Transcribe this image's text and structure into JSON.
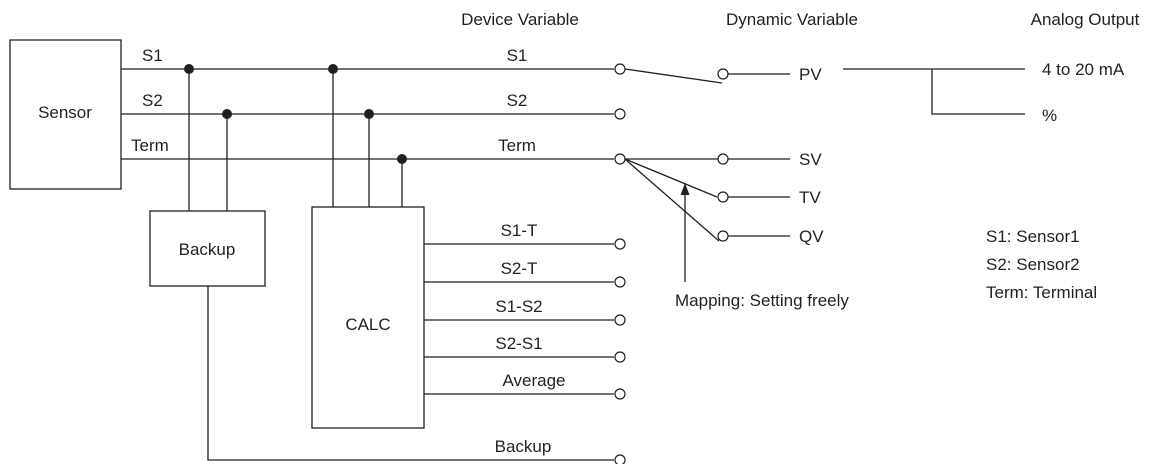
{
  "headers": {
    "device_variable": "Device Variable",
    "dynamic_variable": "Dynamic Variable",
    "analog_output": "Analog Output"
  },
  "blocks": {
    "sensor": "Sensor",
    "backup": "Backup",
    "calc": "CALC"
  },
  "sensor_leads": [
    "S1",
    "S2",
    "Term"
  ],
  "device_variables": [
    "S1",
    "S2",
    "Term",
    "S1-T",
    "S2-T",
    "S1-S2",
    "S2-S1",
    "Average",
    "Backup"
  ],
  "dynamic_variables": [
    "PV",
    "SV",
    "TV",
    "QV"
  ],
  "analog_outputs": [
    "4 to 20 mA",
    "%"
  ],
  "mapping_note": "Mapping: Setting freely",
  "legend": [
    "S1: Sensor1",
    "S2: Sensor2",
    "Term: Terminal"
  ],
  "colors": {
    "line": "#231f20",
    "background": "#ffffff"
  }
}
